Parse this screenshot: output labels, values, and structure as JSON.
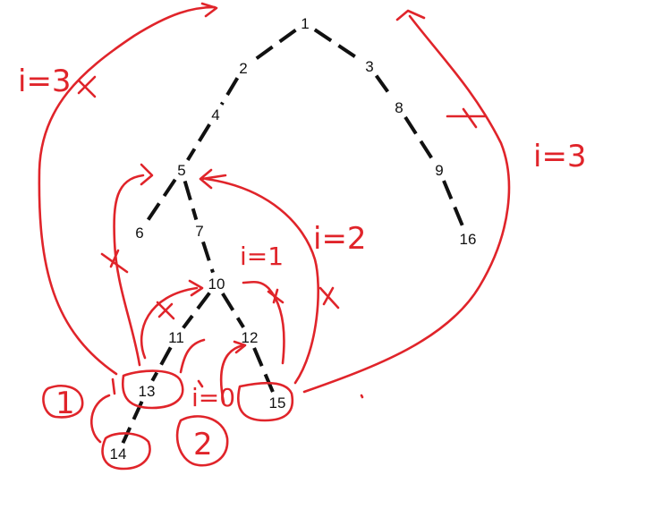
{
  "colors": {
    "edge": "#111111",
    "annotation": "#e0242a",
    "background": "#ffffff"
  },
  "nodes": [
    {
      "id": "1",
      "label": "1"
    },
    {
      "id": "2",
      "label": "2"
    },
    {
      "id": "3",
      "label": "3"
    },
    {
      "id": "4",
      "label": "4"
    },
    {
      "id": "5",
      "label": "5"
    },
    {
      "id": "6",
      "label": "6"
    },
    {
      "id": "7",
      "label": "7"
    },
    {
      "id": "8",
      "label": "8"
    },
    {
      "id": "9",
      "label": "9"
    },
    {
      "id": "10",
      "label": "10"
    },
    {
      "id": "11",
      "label": "11"
    },
    {
      "id": "12",
      "label": "12"
    },
    {
      "id": "13",
      "label": "13"
    },
    {
      "id": "14",
      "label": "14"
    },
    {
      "id": "15",
      "label": "15"
    },
    {
      "id": "16",
      "label": "16"
    }
  ],
  "edges": [
    [
      "1",
      "2"
    ],
    [
      "2",
      "4"
    ],
    [
      "4",
      "5"
    ],
    [
      "5",
      "6"
    ],
    [
      "5",
      "7"
    ],
    [
      "7",
      "10"
    ],
    [
      "10",
      "11"
    ],
    [
      "10",
      "12"
    ],
    [
      "11",
      "13"
    ],
    [
      "13",
      "14"
    ],
    [
      "12",
      "15"
    ],
    [
      "1",
      "3"
    ],
    [
      "3",
      "8"
    ],
    [
      "8",
      "9"
    ],
    [
      "9",
      "16"
    ]
  ],
  "annotations": {
    "i3_left": "i=3",
    "i3_right": "i=3",
    "i2": "i=2",
    "i1": "i=1",
    "i0": "i=0",
    "circle_one": "1",
    "circle_two": "2"
  }
}
